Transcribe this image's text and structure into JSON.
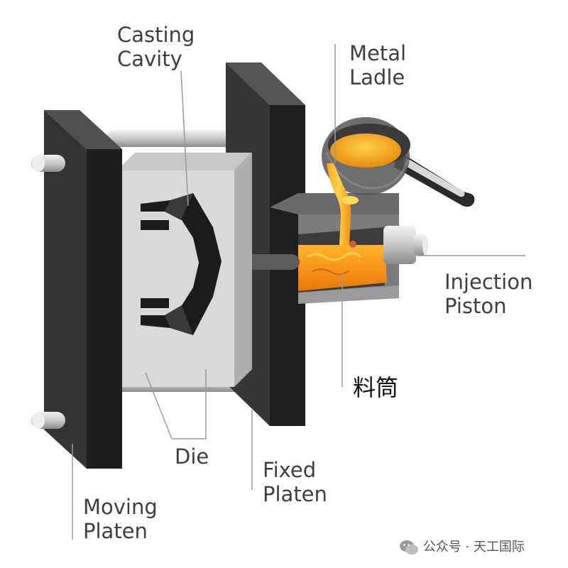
{
  "labels": {
    "casting_cavity": [
      "Casting",
      "Cavity"
    ],
    "metal_ladle": [
      "Metal",
      "Ladle"
    ],
    "injection_piston": [
      "Injection",
      "Piston"
    ],
    "shot_sleeve": "料筒",
    "die": "Die",
    "fixed_platen": [
      "Fixed",
      "Platen"
    ],
    "moving_platen": [
      "Moving",
      "Platen"
    ]
  },
  "watermark": {
    "text": "公众号 · 天工国际",
    "icon": "wechat-icon"
  },
  "colors": {
    "platen": "#2d2d2f",
    "die": "#d9d9db",
    "molten_metal": "#f59a14",
    "leader_line": "#9a9a9a"
  }
}
